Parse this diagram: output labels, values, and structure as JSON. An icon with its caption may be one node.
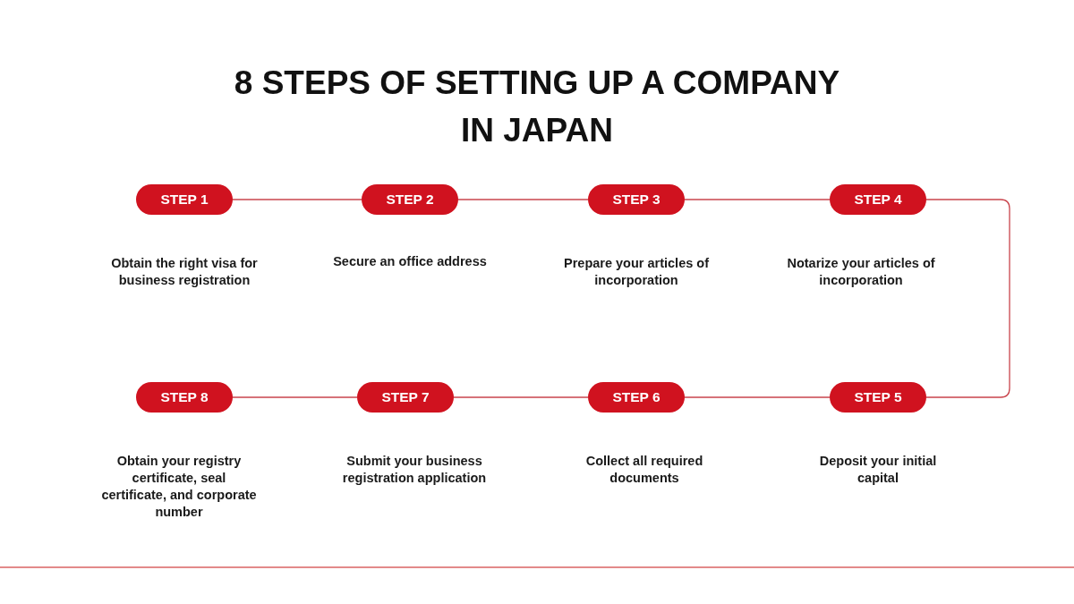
{
  "diagram": {
    "title": "8 STEPS OF SETTING UP A COMPANY IN JAPAN",
    "nodes": [
      {
        "text": [
          "STEP 1"
        ],
        "beside": [
          "Obtain the right visa for business registration"
        ]
      },
      {
        "text": [
          "STEP 2"
        ],
        "beside": [
          "Secure an office address"
        ]
      },
      {
        "text": [
          "STEP 3"
        ],
        "beside": [
          "Prepare your articles of incorporation"
        ]
      },
      {
        "text": [
          "STEP 4"
        ],
        "beside": [
          "Notarize your articles of incorporation"
        ]
      },
      {
        "text": [
          "STEP 5"
        ],
        "beside": [
          "Deposit your initial capital"
        ]
      },
      {
        "text": [
          "STEP 6"
        ],
        "beside": [
          "Collect all required documents"
        ]
      },
      {
        "text": [
          "STEP 7"
        ],
        "beside": [
          "Submit your business registration application"
        ]
      },
      {
        "text": [
          "STEP 8"
        ],
        "beside": [
          "Obtain your registry certificate, seal certificate, and corporate number"
        ]
      }
    ],
    "edges": [
      {
        "from": 0,
        "to": 1,
        "arrow": "none"
      },
      {
        "from": 1,
        "to": 2,
        "arrow": "none"
      },
      {
        "from": 2,
        "to": 3,
        "arrow": "none"
      },
      {
        "from": 3,
        "to": 4,
        "arrow": "none"
      },
      {
        "from": 4,
        "to": 5,
        "arrow": "none"
      },
      {
        "from": 5,
        "to": 6,
        "arrow": "none"
      },
      {
        "from": 6,
        "to": 7,
        "arrow": "none"
      }
    ]
  }
}
